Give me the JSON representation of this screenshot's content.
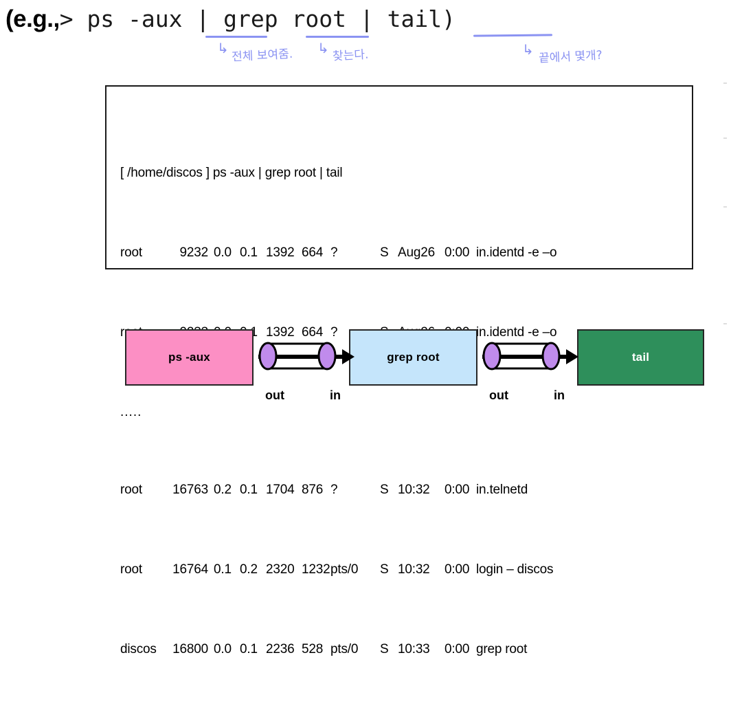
{
  "title": {
    "prefix": "(e.g.,",
    "command": "> ps -aux | grep root | tail)",
    "tokens": {
      "prompt": ">",
      "cmd1": "ps",
      "flag1": "-aux",
      "pipe1": "|",
      "cmd2": "grep",
      "arg2": "root",
      "pipe2": "|",
      "cmd3": "tail",
      "close": ")"
    }
  },
  "annotations": {
    "ink_color": "#8b93f2",
    "arrow_glyph": "↳",
    "items": [
      {
        "target": "-aux",
        "text": "전체 보여줌."
      },
      {
        "target": "grep",
        "text": "찾는다."
      },
      {
        "target": "tail",
        "text": "끝에서 몇개?"
      }
    ]
  },
  "terminal": {
    "prompt_line": "[ /home/discos ] ps -aux | grep root | tail",
    "ellipsis": ".....",
    "rows": [
      {
        "user": "root",
        "pid": "9232",
        "cpu": "0.0",
        "mem": "0.1",
        "vsz": "1392",
        "rss": "664",
        "tty": "?",
        "stat": "S",
        "start": "Aug26",
        "time": "0:00",
        "command": "in.identd -e –o"
      },
      {
        "user": "root",
        "pid": "9233",
        "cpu": "0.0",
        "mem": "0.1",
        "vsz": "1392",
        "rss": "664",
        "tty": "?",
        "stat": "S",
        "start": "Aug26",
        "time": "0:00",
        "command": "in.identd -e –o"
      },
      {
        "user": "root",
        "pid": "16763",
        "cpu": "0.2",
        "mem": "0.1",
        "vsz": "1704",
        "rss": "876",
        "tty": "?",
        "stat": "S",
        "start": "10:32",
        "time": "0:00",
        "command": "in.telnetd"
      },
      {
        "user": "root",
        "pid": "16764",
        "cpu": "0.1",
        "mem": "0.2",
        "vsz": "2320",
        "rss": "1232",
        "tty": "pts/0",
        "stat": "S",
        "start": "10:32",
        "time": "0:00",
        "command": "login – discos"
      },
      {
        "user": "discos",
        "pid": "16800",
        "cpu": "0.0",
        "mem": "0.1",
        "vsz": "2236",
        "rss": "528",
        "tty": "pts/0",
        "stat": "S",
        "start": "10:33",
        "time": "0:00",
        "command": "grep root"
      }
    ]
  },
  "pipeline": {
    "processes": [
      {
        "label": "ps -aux",
        "color": "#fc8fc4"
      },
      {
        "label": "grep root",
        "color": "#c5e5fb"
      },
      {
        "label": "tail",
        "color": "#2e8f5b"
      }
    ],
    "pipes": [
      {
        "out_label": "out",
        "in_label": "in"
      },
      {
        "out_label": "out",
        "in_label": "in"
      }
    ],
    "pipe_cap_color": "#c08bec",
    "pipe_body_color": "#ffffff",
    "arrow_color": "#000000"
  }
}
